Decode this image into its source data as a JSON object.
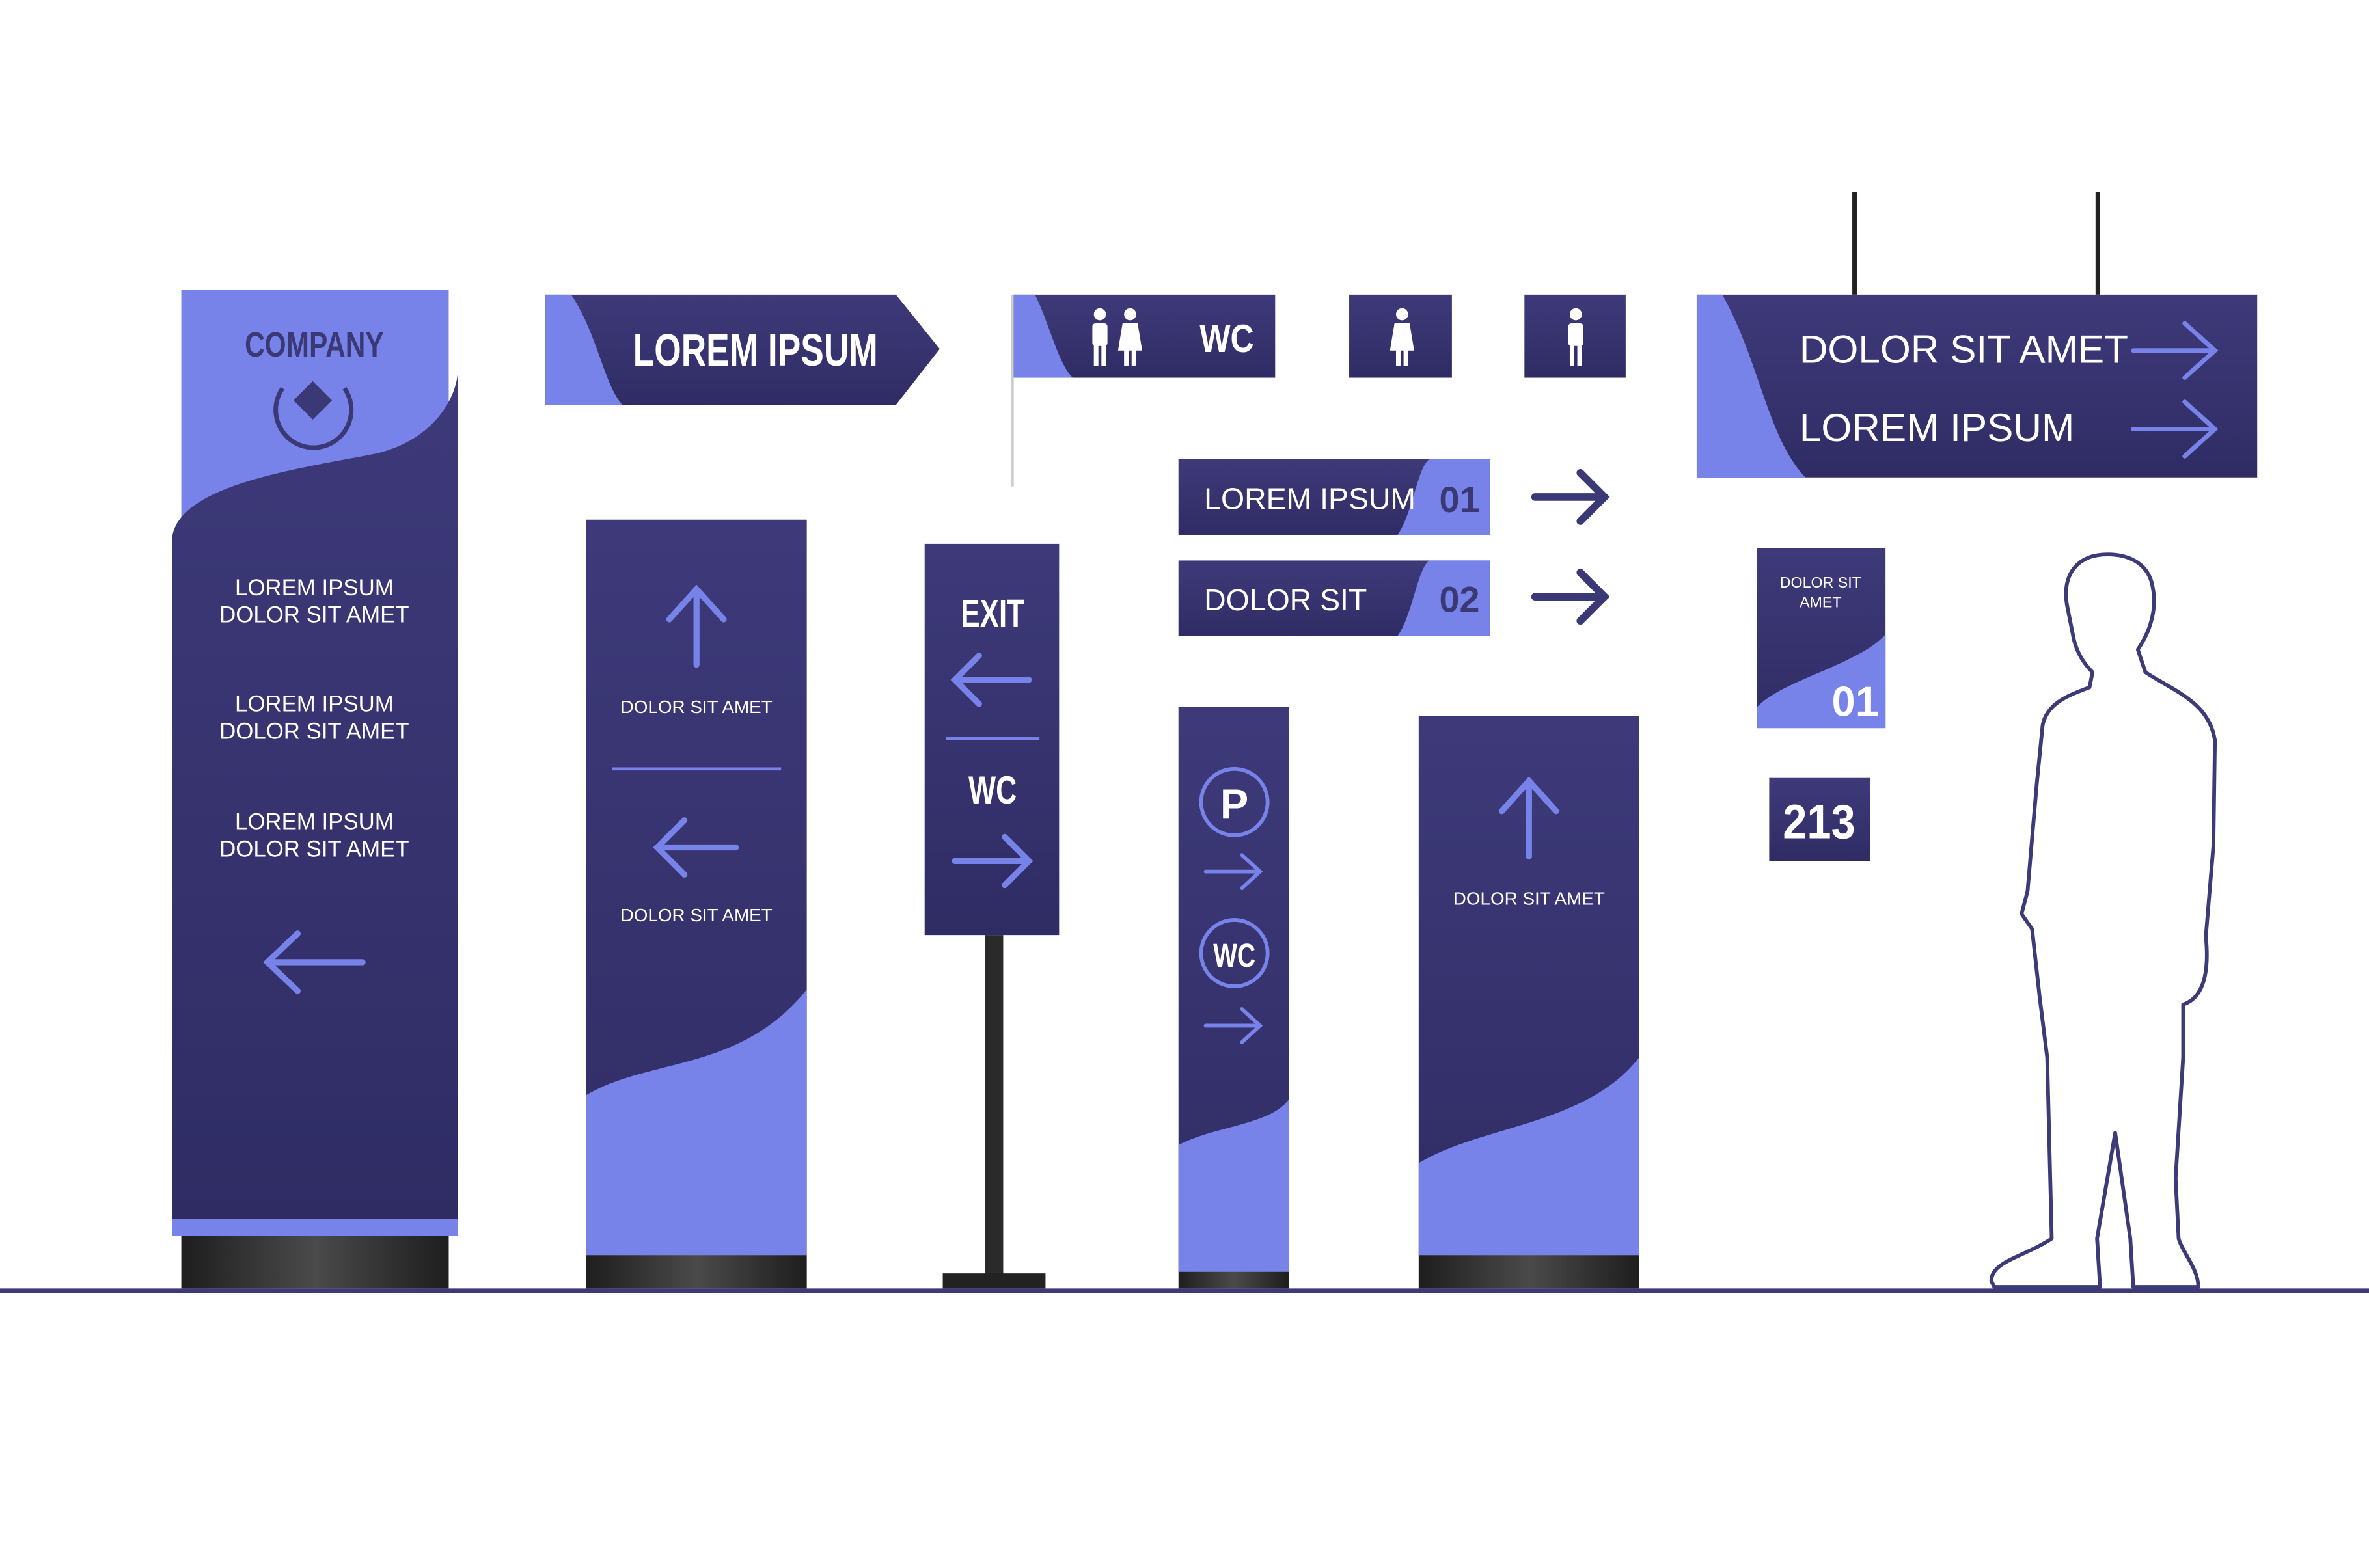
{
  "colors": {
    "dark": "#3b3876",
    "dark2": "#2f2c66",
    "accent": "#7783e8",
    "base": "#2a2a2a",
    "ground": "#3d3a78"
  },
  "pylon": {
    "company": "COMPANY",
    "items": [
      {
        "line1": "LOREM IPSUM",
        "line2": "DOLOR SIT AMET"
      },
      {
        "line1": "LOREM IPSUM",
        "line2": "DOLOR SIT AMET"
      },
      {
        "line1": "LOREM IPSUM",
        "line2": "DOLOR SIT AMET"
      }
    ],
    "arrow": "arrow-left-icon"
  },
  "banner": {
    "label": "LOREM IPSUM"
  },
  "panel_a": {
    "top_text": "DOLOR SIT AMET",
    "bottom_text": "DOLOR SIT AMET"
  },
  "exit_sign": {
    "exit": "EXIT",
    "wc": "WC"
  },
  "wc_flag": {
    "label": "WC",
    "icon": "restroom-icon"
  },
  "icons": {
    "female": "woman-icon",
    "male": "man-icon"
  },
  "hanging_sign": {
    "line1": "DOLOR SIT AMET",
    "line2": "LOREM IPSUM"
  },
  "rows": [
    {
      "label": "LOREM IPSUM",
      "number": "01"
    },
    {
      "label": "DOLOR SIT",
      "number": "02"
    }
  ],
  "narrow_pylon": {
    "parking": "P",
    "wc": "WC"
  },
  "panel_b": {
    "text": "DOLOR SIT AMET"
  },
  "room_sign": {
    "line1": "DOLOR SIT",
    "line2": "AMET",
    "number": "01"
  },
  "room_number": {
    "number": "213"
  }
}
